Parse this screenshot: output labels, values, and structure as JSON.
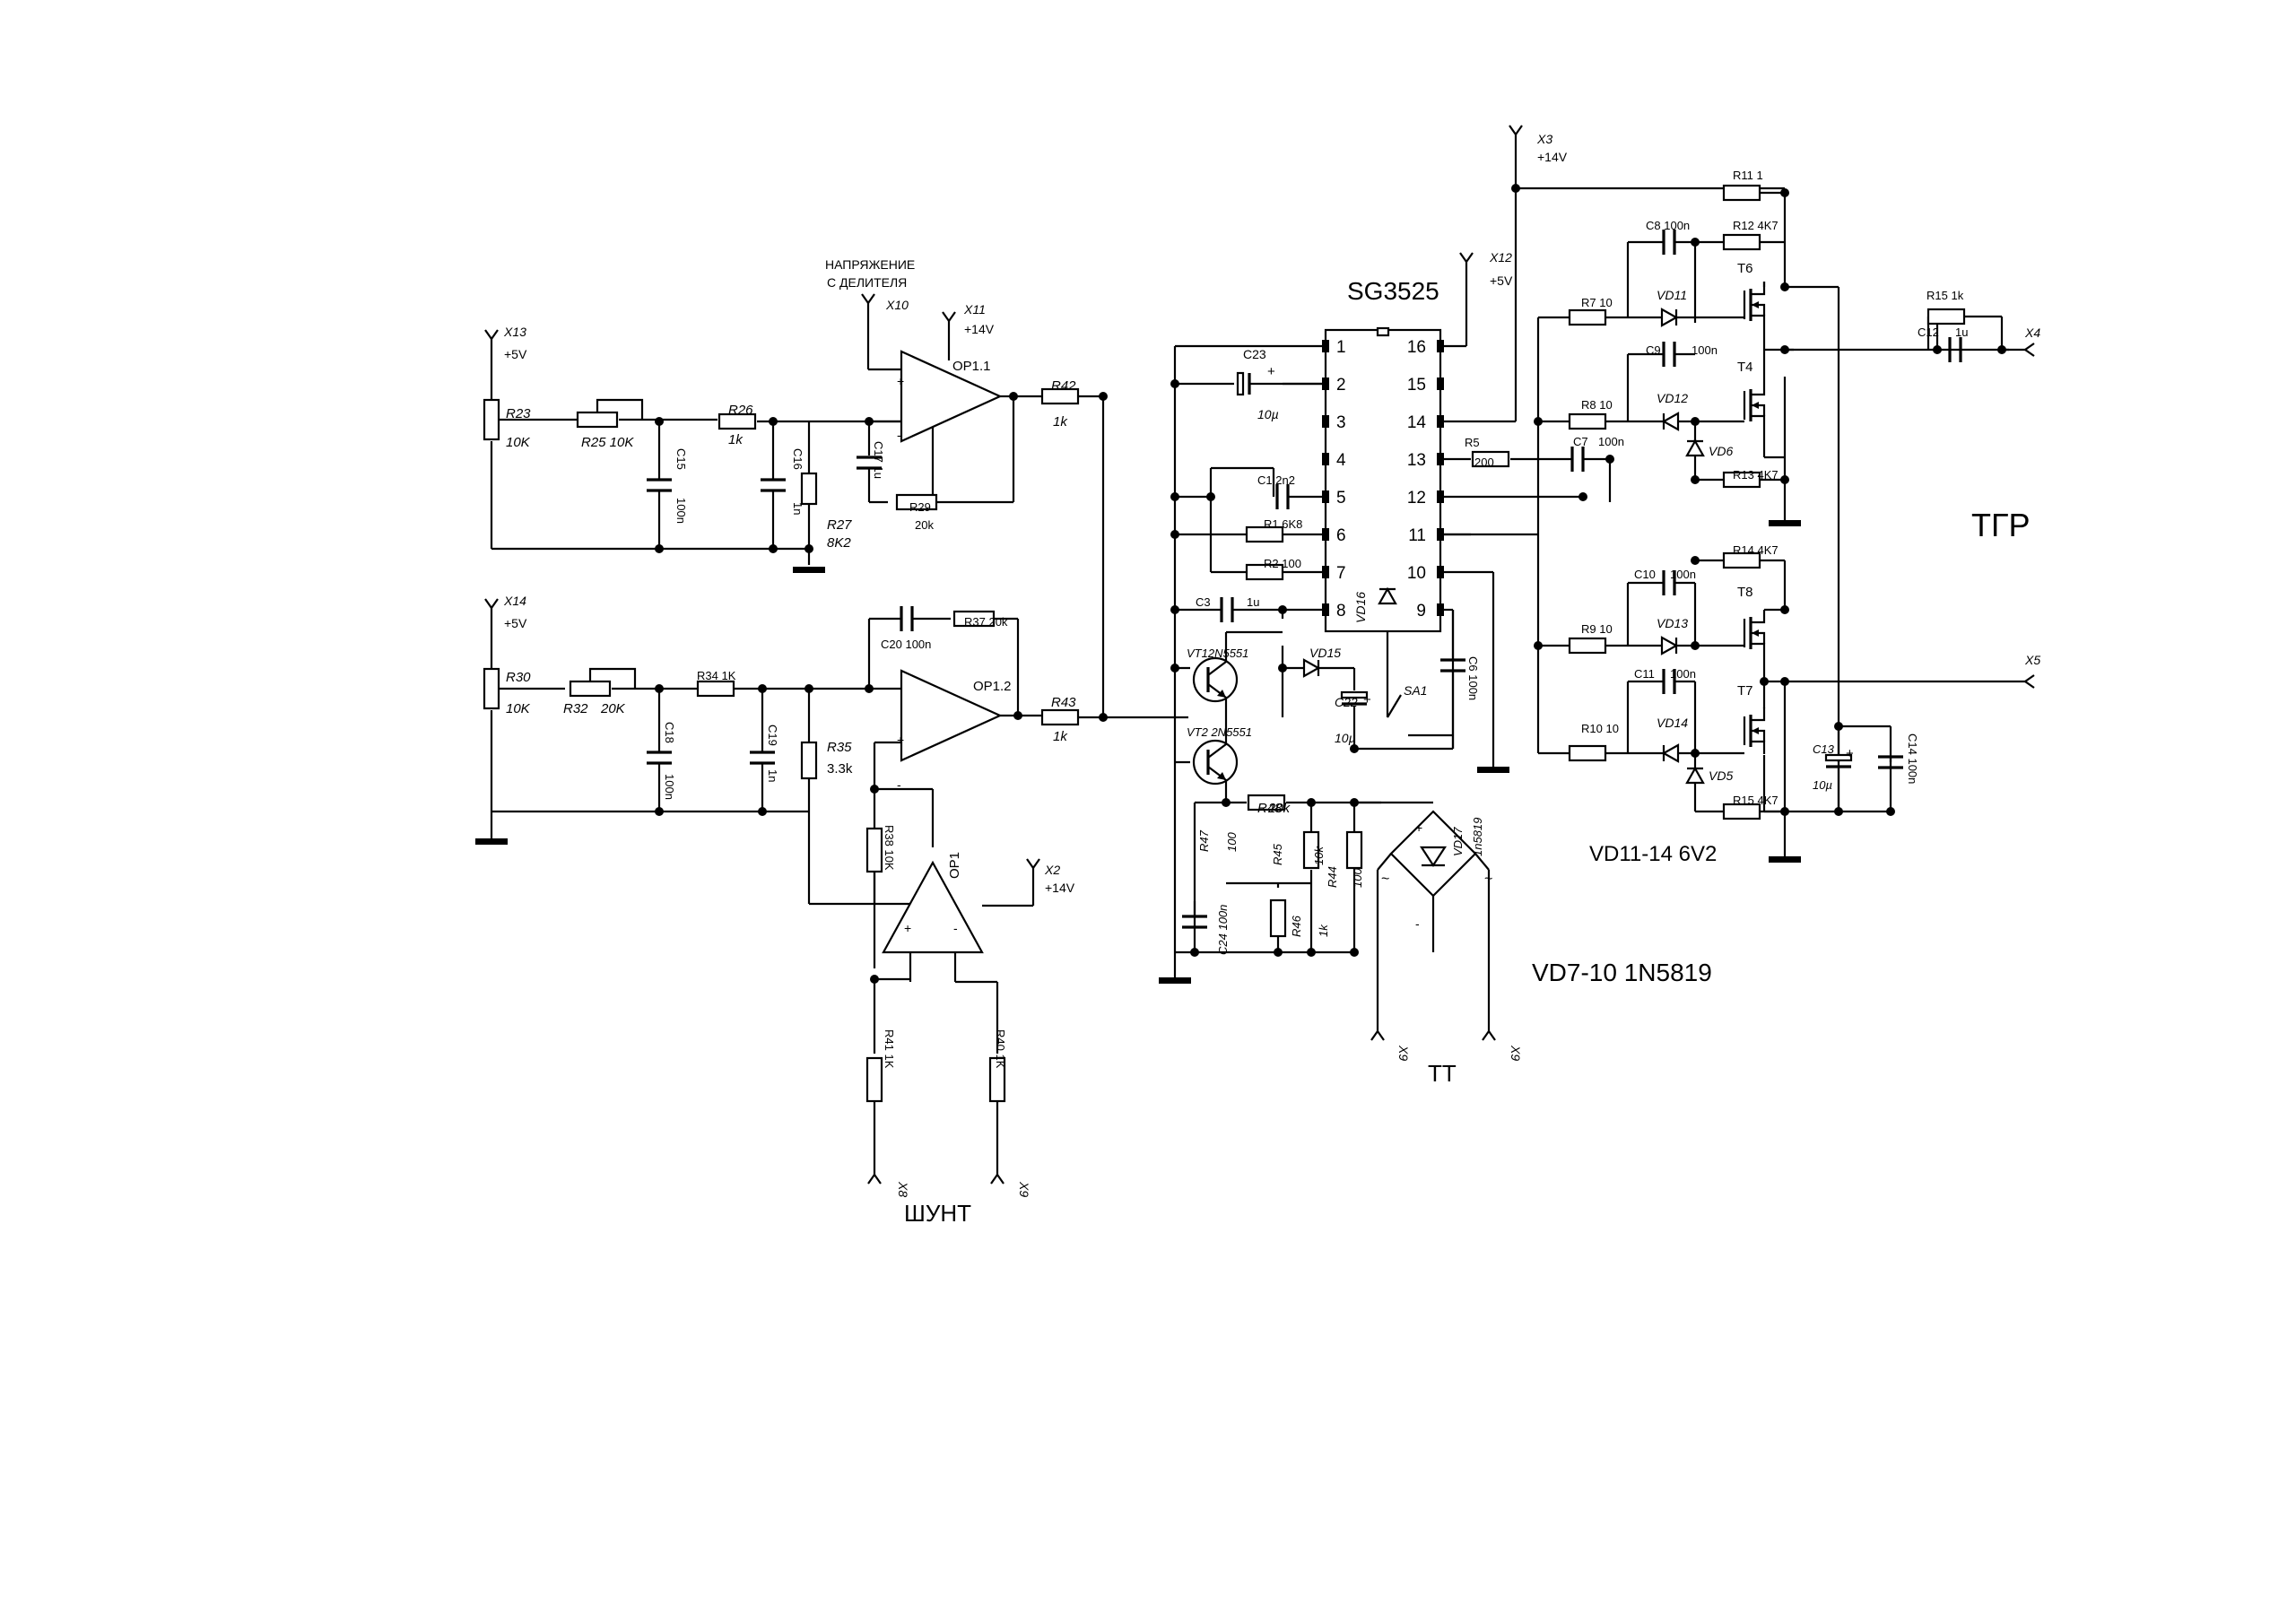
{
  "labels": [
    {
      "text": "SG3525"
    },
    {
      "text": "TГР"
    },
    {
      "text": "ШУНТ"
    },
    {
      "text": "TT"
    },
    {
      "text": "VD7-10 1N5819"
    },
    {
      "text": "VD11-14  6V2"
    },
    {
      "text": "НАПРЯЖЕНИЕ"
    },
    {
      "text": "С ДЕЛИТЕЛЯ"
    },
    {
      "text": "OP1.1"
    },
    {
      "text": "OP1.2"
    },
    {
      "text": "OP1"
    },
    {
      "text": "X13"
    },
    {
      "text": "+5V"
    },
    {
      "text": "X14"
    },
    {
      "text": "+5V"
    },
    {
      "text": "X10"
    },
    {
      "text": "X11"
    },
    {
      "text": "+14V"
    },
    {
      "text": "X12"
    },
    {
      "text": "+5V"
    },
    {
      "text": "X3"
    },
    {
      "text": "+14V"
    },
    {
      "text": "X2"
    },
    {
      "text": "+14V"
    },
    {
      "text": "X4"
    },
    {
      "text": "X5"
    },
    {
      "text": "X8"
    },
    {
      "text": "X9"
    },
    {
      "text": "X9"
    },
    {
      "text": "X9"
    },
    {
      "text": "R23"
    },
    {
      "text": "10K"
    },
    {
      "text": "R25 10K"
    },
    {
      "text": "R26"
    },
    {
      "text": "1k"
    },
    {
      "text": "C15"
    },
    {
      "text": "100n"
    },
    {
      "text": "C16"
    },
    {
      "text": "1n"
    },
    {
      "text": "R27"
    },
    {
      "text": "8K2"
    },
    {
      "text": "C17 1u"
    },
    {
      "text": "R29"
    },
    {
      "text": "20k"
    },
    {
      "text": "R42"
    },
    {
      "text": "1k"
    },
    {
      "text": "R30"
    },
    {
      "text": "10K"
    },
    {
      "text": "R32"
    },
    {
      "text": "20K"
    },
    {
      "text": "R34  1K"
    },
    {
      "text": "C18"
    },
    {
      "text": "100n"
    },
    {
      "text": "C19"
    },
    {
      "text": "1n"
    },
    {
      "text": "R35"
    },
    {
      "text": "3.3k"
    },
    {
      "text": "C20 100n"
    },
    {
      "text": "R37 20k"
    },
    {
      "text": "R43"
    },
    {
      "text": "1k"
    },
    {
      "text": "R38 10K"
    },
    {
      "text": "R41 1K"
    },
    {
      "text": "R40 1K"
    },
    {
      "text": "C23"
    },
    {
      "text": "+"
    },
    {
      "text": "10µ"
    },
    {
      "text": "C1  2n2"
    },
    {
      "text": "R1  6K8"
    },
    {
      "text": "R2  100"
    },
    {
      "text": "C3"
    },
    {
      "text": "1u"
    },
    {
      "text": "VD16"
    },
    {
      "text": "VT12N5551"
    },
    {
      "text": "VT2 2N5551"
    },
    {
      "text": "VD15"
    },
    {
      "text": "C22"
    },
    {
      "text": "+"
    },
    {
      "text": "10µ"
    },
    {
      "text": "SA1"
    },
    {
      "text": "C6 100n"
    },
    {
      "text": "R48"
    },
    {
      "text": "20k"
    },
    {
      "text": "R47"
    },
    {
      "text": "100"
    },
    {
      "text": "R45"
    },
    {
      "text": "10k"
    },
    {
      "text": "R44"
    },
    {
      "text": "100"
    },
    {
      "text": "R46"
    },
    {
      "text": "1k"
    },
    {
      "text": "C24 100n"
    },
    {
      "text": "VD17"
    },
    {
      "text": "1n5819"
    },
    {
      "text": "R5"
    },
    {
      "text": "200"
    },
    {
      "text": "C7"
    },
    {
      "text": "100n"
    },
    {
      "text": "R11   1"
    },
    {
      "text": "C8  100n"
    },
    {
      "text": "R12   4K7"
    },
    {
      "text": "R7   10"
    },
    {
      "text": "VD11"
    },
    {
      "text": "T6"
    },
    {
      "text": "C9"
    },
    {
      "text": "100n"
    },
    {
      "text": "R8   10"
    },
    {
      "text": "VD12"
    },
    {
      "text": "T4"
    },
    {
      "text": "VD6"
    },
    {
      "text": "R13   4K7"
    },
    {
      "text": "R15   1k"
    },
    {
      "text": "C12"
    },
    {
      "text": "1u"
    },
    {
      "text": "C10"
    },
    {
      "text": "100n"
    },
    {
      "text": "R14   4K7"
    },
    {
      "text": "R9    10"
    },
    {
      "text": "VD13"
    },
    {
      "text": "T8"
    },
    {
      "text": "C11"
    },
    {
      "text": "100n"
    },
    {
      "text": "R10   10"
    },
    {
      "text": "VD14"
    },
    {
      "text": "T7"
    },
    {
      "text": "VD5"
    },
    {
      "text": "R15   4K7"
    },
    {
      "text": "C13"
    },
    {
      "text": "+"
    },
    {
      "text": "10µ"
    },
    {
      "text": "C14 100n"
    },
    {
      "text": "+"
    },
    {
      "text": "-"
    },
    {
      "text": "~"
    },
    {
      "text": "~"
    },
    {
      "text": "+"
    },
    {
      "text": "-"
    },
    {
      "text": "+"
    },
    {
      "text": "-"
    },
    {
      "text": "+"
    },
    {
      "text": "-"
    }
  ],
  "ic_pins": [
    "1",
    "2",
    "3",
    "4",
    "5",
    "6",
    "7",
    "8",
    "16",
    "15",
    "14",
    "13",
    "12",
    "11",
    "10",
    "9"
  ]
}
